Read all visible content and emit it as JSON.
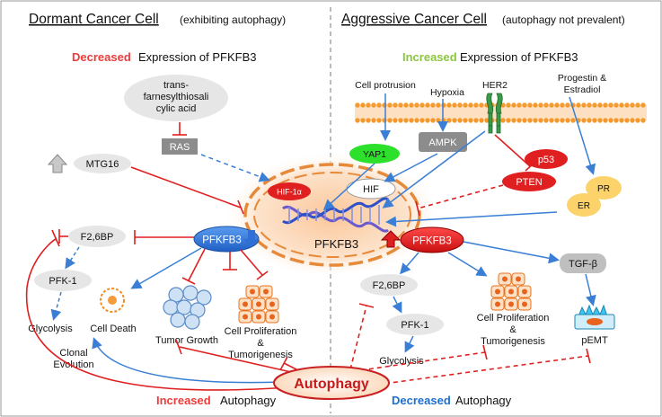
{
  "left_panel": {
    "heading": "Dormant Cancer Cell",
    "heading_note": "(exhibiting autophagy)",
    "expr_word": "Decreased",
    "expr_rest": "Expression of PFKFB3",
    "trans_line1": "trans-",
    "trans_line2": "farnesylthiosali",
    "trans_line3": "cylic acid",
    "ras": "RAS",
    "mtg16": "MTG16",
    "f26bp": "F2,6BP",
    "pfk1": "PFK-1",
    "glycolysis": "Glycolysis",
    "pfkfb3": "PFKFB3",
    "cell_death": "Cell Death",
    "tumor_growth": "Tumor Growth",
    "cell_prolif_1": "Cell Proliferation",
    "cell_prolif_2": "&",
    "cell_prolif_3": "Tumorigenesis",
    "clonal_1": "Clonal",
    "clonal_2": "Evolution",
    "footer_word": "Increased",
    "footer_rest": "Autophagy"
  },
  "right_panel": {
    "heading": "Aggressive Cancer Cell",
    "heading_note": "(autophagy not prevalent)",
    "expr_word": "Increased",
    "expr_rest": "Expression of PFKFB3",
    "cell_protrusion": "Cell protrusion",
    "hypoxia": "Hypoxia",
    "her2": "HER2",
    "progestin_1": "Progestin &",
    "progestin_2": "Estradiol",
    "yap1": "YAP1",
    "ampk": "AMPK",
    "p53": "p53",
    "pten": "PTEN",
    "pr": "PR",
    "er": "ER",
    "hif": "HIF",
    "pfkfb3": "PFKFB3",
    "tgfb": "TGF-β",
    "f26bp": "F2,6BP",
    "pfk1": "PFK-1",
    "glycolysis": "Glycolysis",
    "cell_prolif_1": "Cell Proliferation",
    "cell_prolif_2": "&",
    "cell_prolif_3": "Tumorigenesis",
    "pemt": "pEMT",
    "footer_word": "Decreased",
    "footer_rest": "Autophagy"
  },
  "center": {
    "hif1a": "HIF-1α",
    "nucleus_label": "PFKFB3",
    "autophagy": "Autophagy"
  },
  "colors": {
    "red": "#e02020",
    "blue": "#3a7fd5",
    "green_text": "#8cc63f",
    "red_text": "#ee3b3b",
    "blue_text": "#1e6fd0",
    "grey_fill": "#e6e6e6",
    "dark_grey_fill": "#8c8c8c"
  }
}
